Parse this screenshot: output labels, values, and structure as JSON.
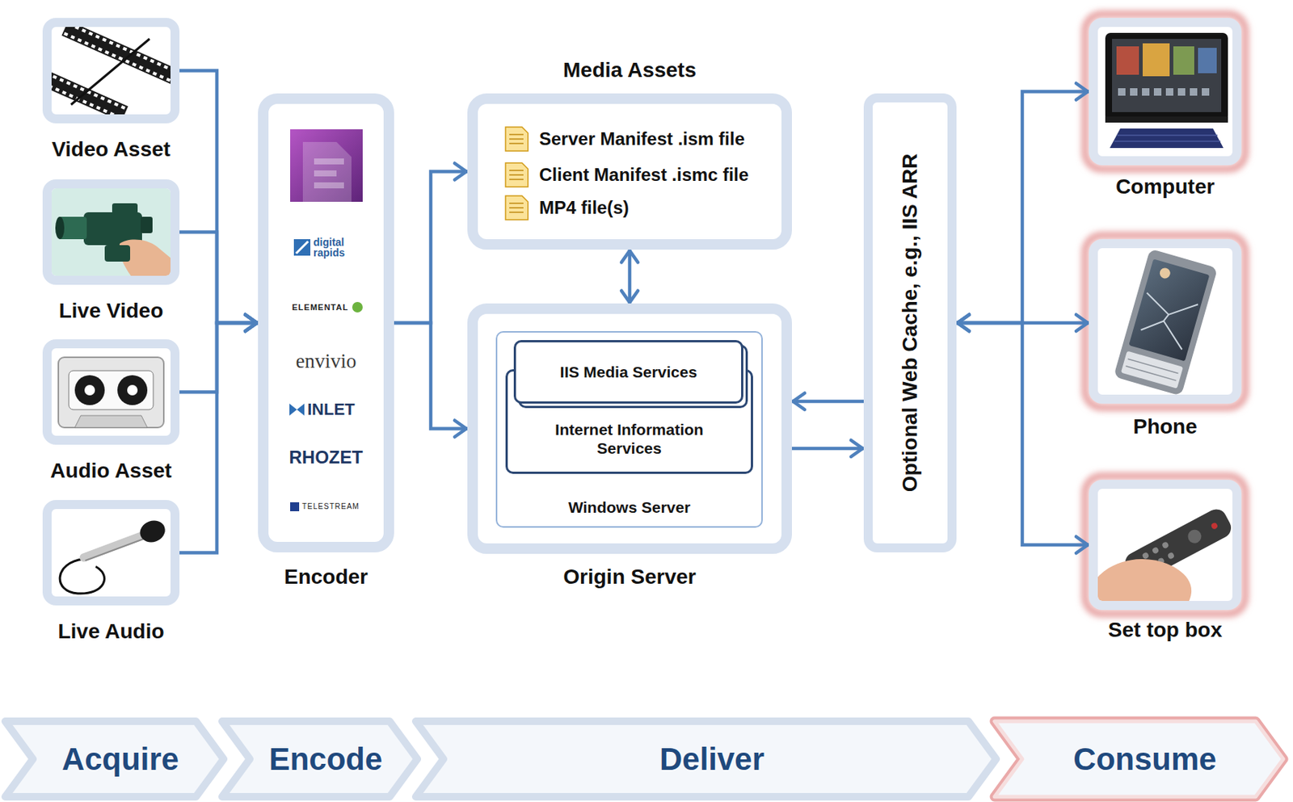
{
  "diagram": {
    "nodes": [
      {
        "text": [
          "Video Asset"
        ]
      },
      {
        "text": [
          "Live Video"
        ]
      },
      {
        "text": [
          "Audio Asset"
        ]
      },
      {
        "text": [
          "Live Audio"
        ]
      },
      {
        "text": [
          "Encoder"
        ]
      },
      {
        "text": [
          "Media Assets",
          "Server Manifest .ism file",
          "Client Manifest .ismc file",
          "MP4 file(s)"
        ]
      },
      {
        "text": [
          "Origin Server"
        ]
      },
      {
        "text": [
          "Windows Server"
        ],
        "in": 6
      },
      {
        "text": [
          "Internet Information Services"
        ],
        "in": 7
      },
      {
        "text": [
          "IIS Media Services"
        ],
        "in": 8
      },
      {
        "text": [
          "Optional Web Cache, e.g., IIS ARR"
        ]
      },
      {
        "text": [
          "Computer"
        ]
      },
      {
        "text": [
          "Phone"
        ]
      },
      {
        "text": [
          "Set top box"
        ]
      },
      {
        "text": [
          "Acquire"
        ]
      },
      {
        "text": [
          "Encode"
        ]
      },
      {
        "text": [
          "Deliver"
        ]
      },
      {
        "text": [
          "Consume"
        ]
      }
    ],
    "edges": [
      {
        "from": 0,
        "to": 4,
        "arrow": "to"
      },
      {
        "from": 1,
        "to": 4,
        "arrow": "to"
      },
      {
        "from": 2,
        "to": 4,
        "arrow": "to"
      },
      {
        "from": 3,
        "to": 4,
        "arrow": "to"
      },
      {
        "from": 4,
        "to": 5,
        "arrow": "to"
      },
      {
        "from": 4,
        "to": 6,
        "arrow": "to"
      },
      {
        "from": 5,
        "to": 6,
        "arrow": "both"
      },
      {
        "from": 10,
        "to": 6,
        "arrow": "to"
      },
      {
        "from": 6,
        "to": 10,
        "arrow": "to"
      },
      {
        "from": 10,
        "to": 11,
        "arrow": "both"
      },
      {
        "from": 10,
        "to": 12,
        "arrow": "both"
      },
      {
        "from": 10,
        "to": 13,
        "arrow": "both"
      }
    ],
    "labels": [
      "digital rapids",
      "ELEMENTAL",
      "envivio",
      "INLET",
      "RHOZET",
      "TELESTREAM"
    ]
  }
}
